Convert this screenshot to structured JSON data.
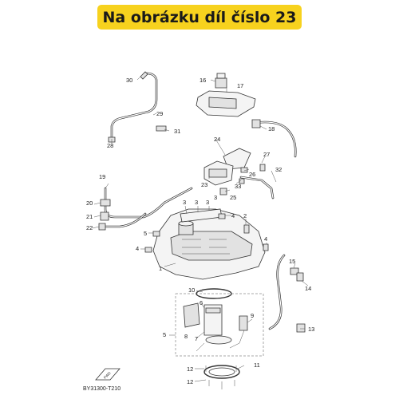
{
  "header": {
    "title": "Na obrázku díl číslo 23",
    "banner_color": "#f7d21e"
  },
  "diagram": {
    "reference_code": "BY31300-T210",
    "callouts": [
      "1",
      "2",
      "3",
      "4",
      "5",
      "6",
      "7",
      "8",
      "9",
      "10",
      "11",
      "12",
      "13",
      "14",
      "15",
      "16",
      "17",
      "18",
      "19",
      "20",
      "21",
      "22",
      "23",
      "24",
      "25",
      "26",
      "27",
      "28",
      "29",
      "30",
      "31",
      "32",
      "33"
    ]
  },
  "direction_marker": {
    "text": "FWD"
  }
}
